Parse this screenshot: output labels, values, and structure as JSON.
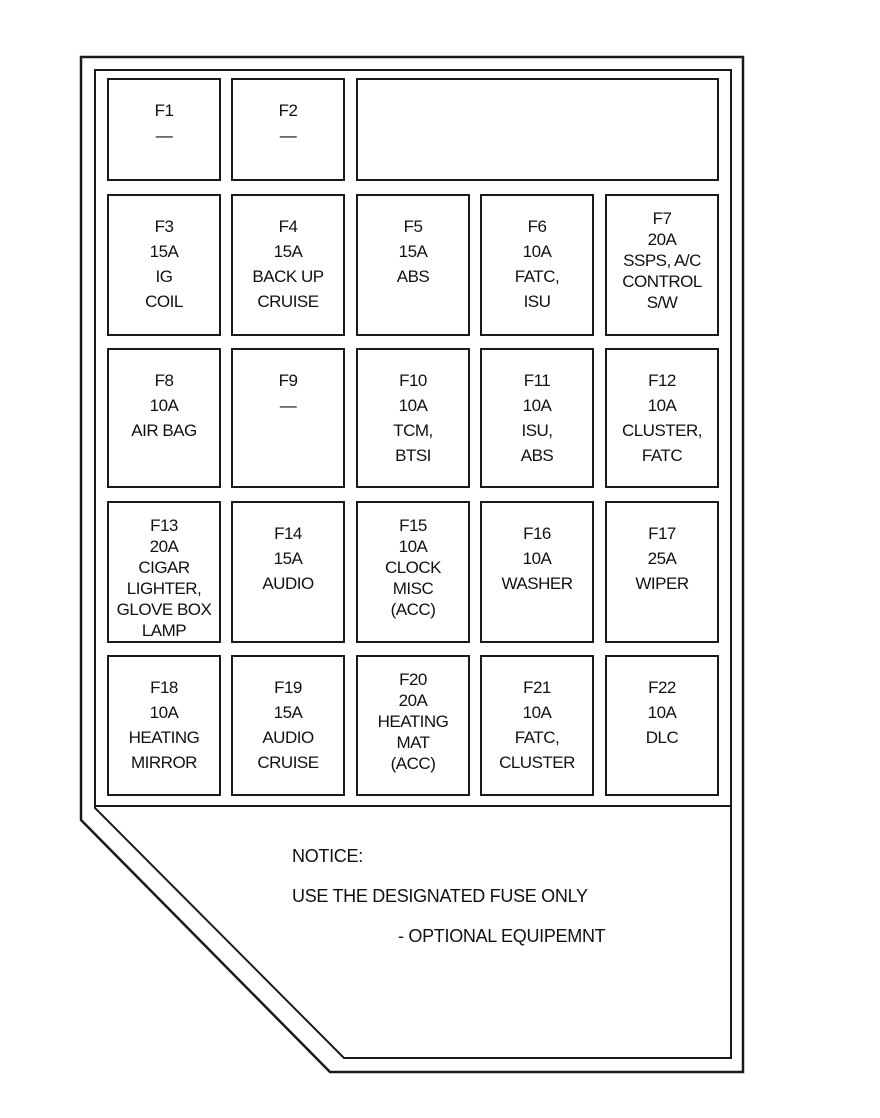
{
  "fuse_panel": {
    "rows": [
      [
        {
          "lines": [
            "F1",
            "—"
          ]
        },
        {
          "lines": [
            "F2",
            "—"
          ]
        },
        {
          "lines": []
        }
      ],
      [
        {
          "lines": [
            "F3",
            "15A",
            "IG",
            "COIL"
          ]
        },
        {
          "lines": [
            "F4",
            "15A",
            "BACK UP",
            "CRUISE"
          ]
        },
        {
          "lines": [
            "F5",
            "15A",
            "ABS"
          ]
        },
        {
          "lines": [
            "F6",
            "10A",
            "FATC,",
            "ISU"
          ]
        },
        {
          "lines": [
            "F7",
            "20A",
            "SSPS, A/C",
            "CONTROL",
            "S/W"
          ]
        }
      ],
      [
        {
          "lines": [
            "F8",
            "10A",
            "AIR BAG"
          ]
        },
        {
          "lines": [
            "F9",
            "—"
          ]
        },
        {
          "lines": [
            "F10",
            "10A",
            "TCM,",
            "BTSI"
          ]
        },
        {
          "lines": [
            "F11",
            "10A",
            "ISU,",
            "ABS"
          ]
        },
        {
          "lines": [
            "F12",
            "10A",
            "CLUSTER,",
            "FATC"
          ]
        }
      ],
      [
        {
          "lines": [
            "F13",
            "20A",
            "CIGAR",
            "LIGHTER,",
            "GLOVE BOX",
            "LAMP"
          ]
        },
        {
          "lines": [
            "F14",
            "15A",
            "AUDIO"
          ]
        },
        {
          "lines": [
            "F15",
            "10A",
            "CLOCK",
            "MISC",
            "(ACC)"
          ]
        },
        {
          "lines": [
            "F16",
            "10A",
            "WASHER"
          ]
        },
        {
          "lines": [
            "F17",
            "25A",
            "WIPER"
          ]
        }
      ],
      [
        {
          "lines": [
            "F18",
            "10A",
            "HEATING",
            "MIRROR"
          ]
        },
        {
          "lines": [
            "F19",
            "15A",
            "AUDIO",
            "CRUISE"
          ]
        },
        {
          "lines": [
            "F20",
            "20A",
            "HEATING",
            "MAT",
            "(ACC)"
          ]
        },
        {
          "lines": [
            "F21",
            "10A",
            "FATC,",
            "CLUSTER"
          ]
        },
        {
          "lines": [
            "F22",
            "10A",
            "DLC"
          ]
        }
      ]
    ]
  },
  "notice": {
    "heading": "NOTICE:",
    "line1": "USE  THE DESIGNATED FUSE ONLY",
    "line2": "- OPTIONAL EQUIPEMNT"
  },
  "colors": {
    "line": "#1a1a1a",
    "background": "#ffffff"
  }
}
